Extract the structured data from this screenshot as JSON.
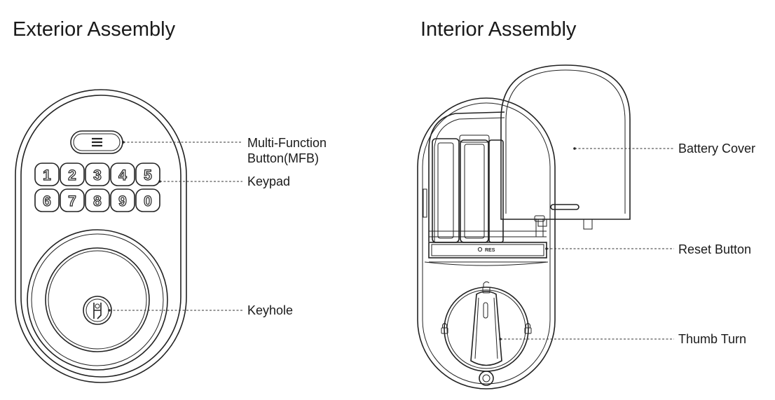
{
  "titles": {
    "exterior": "Exterior Assembly",
    "interior": "Interior Assembly"
  },
  "labels": {
    "mfb_line1": "Multi-Function",
    "mfb_line2": "Button(MFB)",
    "keypad": "Keypad",
    "keyhole": "Keyhole",
    "battery_cover": "Battery Cover",
    "reset_button": "Reset Button",
    "thumb_turn": "Thumb Turn"
  },
  "keypad": {
    "row1": [
      "1",
      "2",
      "3",
      "4",
      "5"
    ],
    "row2": [
      "6",
      "7",
      "8",
      "9",
      "0"
    ]
  },
  "reset_marker": "RES",
  "icons": [
    "menu-icon",
    "lock-icon",
    "unlock-icon"
  ],
  "colors": {
    "line": "#222222",
    "background": "#ffffff"
  }
}
